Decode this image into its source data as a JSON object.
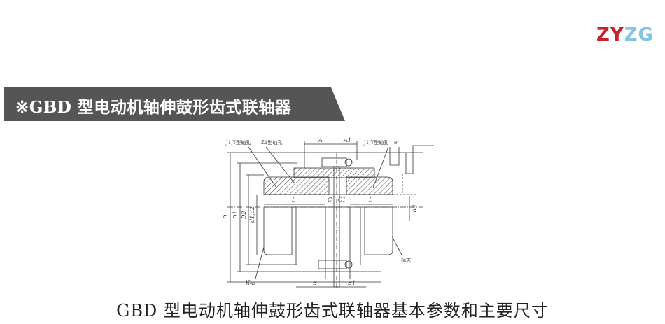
{
  "logo": {
    "part1": "ZY",
    "part2": "ZG",
    "colors": {
      "part1": "#c8232c",
      "part2": "#82c3e6"
    }
  },
  "banner": {
    "title": "※GBD 型电动机轴伸鼓形齿式联轴器",
    "background": "#555555"
  },
  "drawing": {
    "labels": {
      "bore_left": "J1,Y型轴孔",
      "bore_z1": "Z1型轴孔",
      "bore_right": "J1,Y型轴孔",
      "A": "A",
      "A1": "A1",
      "e": "e",
      "L_left": "L",
      "L_right": "L",
      "C": "C",
      "C1": "C1",
      "D": "D",
      "D1": "D1",
      "D2": "D2",
      "d1_d2": "d1,d2",
      "d3": "d3",
      "B": "B",
      "B1": "B1",
      "mark_left": "标志",
      "mark_right": "标志"
    }
  },
  "caption": "GBD 型电动机轴伸鼓形齿式联轴器基本参数和主要尺寸"
}
